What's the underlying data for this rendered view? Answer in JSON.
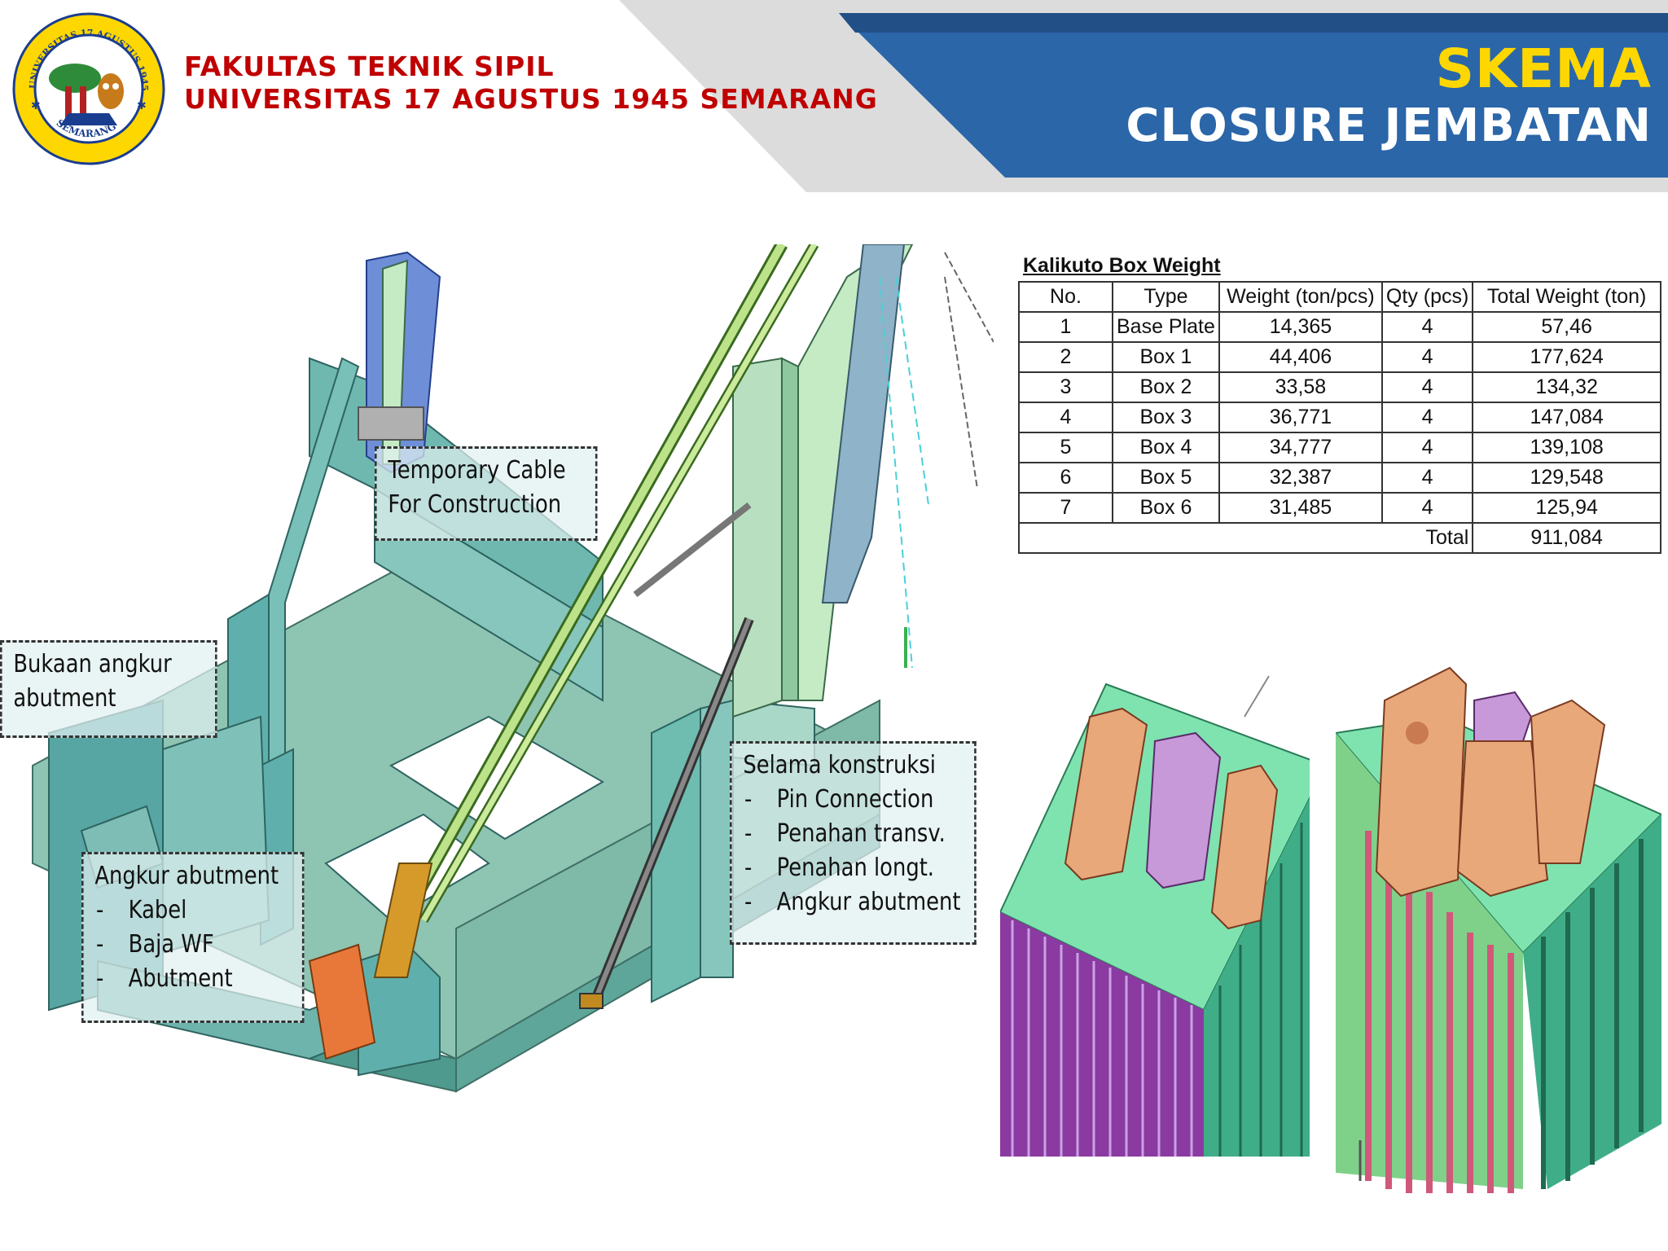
{
  "header": {
    "faculty_line1": "FAKULTAS TEKNIK SIPIL",
    "faculty_line2": "UNIVERSITAS 17 AGUSTUS 1945 SEMARANG",
    "title_line1": "SKEMA",
    "title_line2": "CLOSURE JEMBATAN",
    "logo_top_text": "UNIVERSITAS 17 AGUSTUS 1945",
    "logo_bottom_text": "SEMARANG",
    "colors": {
      "faculty_text": "#c00000",
      "title_line1": "#ffd700",
      "title_line2": "#ffffff",
      "banner": "#2a66a8"
    }
  },
  "callouts": {
    "cable": {
      "lines": [
        "Temporary Cable",
        "For Construction"
      ]
    },
    "bukaan": {
      "lines": [
        "Bukaan angkur",
        "abutment"
      ]
    },
    "angkur": {
      "title": "Angkur abutment",
      "items": [
        "Kabel",
        "Baja WF",
        "Abutment"
      ]
    },
    "selama": {
      "title": "Selama konstruksi",
      "items": [
        "Pin Connection",
        "Penahan transv.",
        "Penahan longt.",
        "Angkur abutment"
      ]
    }
  },
  "table": {
    "title": "Kalikuto Box Weight",
    "headers": [
      "No.",
      "Type",
      "Weight (ton/pcs)",
      "Qty (pcs)",
      "Total Weight (ton)"
    ],
    "rows": [
      [
        "1",
        "Base Plate",
        "14,365",
        "4",
        "57,46"
      ],
      [
        "2",
        "Box 1",
        "44,406",
        "4",
        "177,624"
      ],
      [
        "3",
        "Box 2",
        "33,58",
        "4",
        "134,32"
      ],
      [
        "4",
        "Box 3",
        "36,771",
        "4",
        "147,084"
      ],
      [
        "5",
        "Box 4",
        "34,777",
        "4",
        "139,108"
      ],
      [
        "6",
        "Box 5",
        "32,387",
        "4",
        "129,548"
      ],
      [
        "7",
        "Box 6",
        "31,485",
        "4",
        "125,94"
      ]
    ],
    "total_label": "Total",
    "total_value": "911,084"
  }
}
